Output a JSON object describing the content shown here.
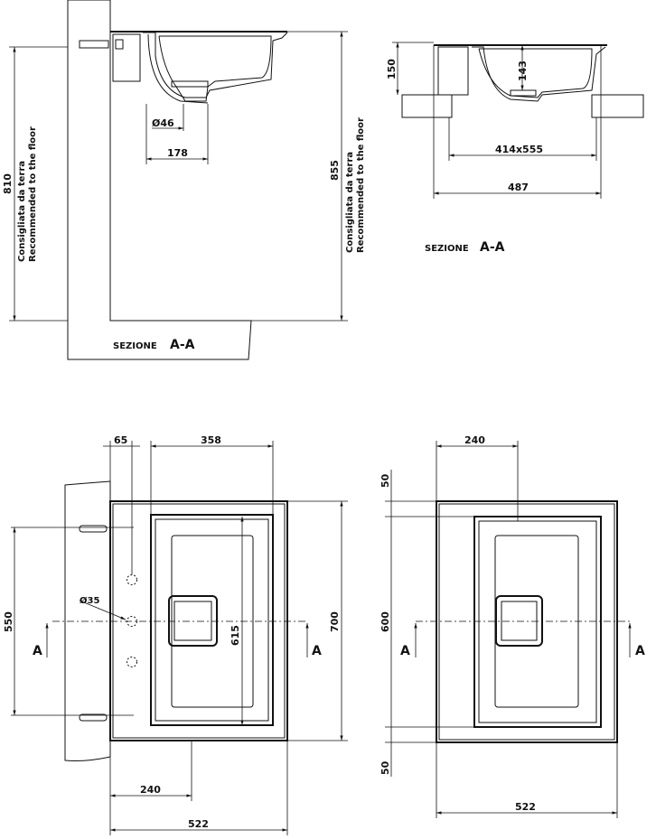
{
  "side_section": {
    "dim_floor_height_1": "810",
    "dim_floor_height_2": "855",
    "note_it": "Consigliata da terra",
    "note_en": "Recommended to the floor",
    "dim_drain_diameter": "Ø46",
    "dim_drain_offset": "178",
    "section_label": "SEZIONE",
    "section_id": "A-A"
  },
  "counter_section": {
    "dim_height": "150",
    "dim_basin_depth": "143",
    "dim_cutout": "414x555",
    "dim_width": "487",
    "section_label": "SEZIONE",
    "section_id": "A-A"
  },
  "plan_wall": {
    "dim_tap_offset": "65",
    "dim_basin_width": "358",
    "dim_fixing_spacing": "550",
    "dim_depth": "700",
    "dim_basin_length": "615",
    "dim_tap_hole": "Ø35",
    "dim_drain_offset": "240",
    "dim_width": "522",
    "section_marker_left": "A",
    "section_marker_right": "A"
  },
  "plan_counter": {
    "dim_drain_offset": "240",
    "dim_margin_top": "50",
    "dim_cutout_length": "600",
    "dim_margin_bottom": "50",
    "dim_width": "522",
    "section_marker_left": "A",
    "section_marker_right": "A"
  }
}
